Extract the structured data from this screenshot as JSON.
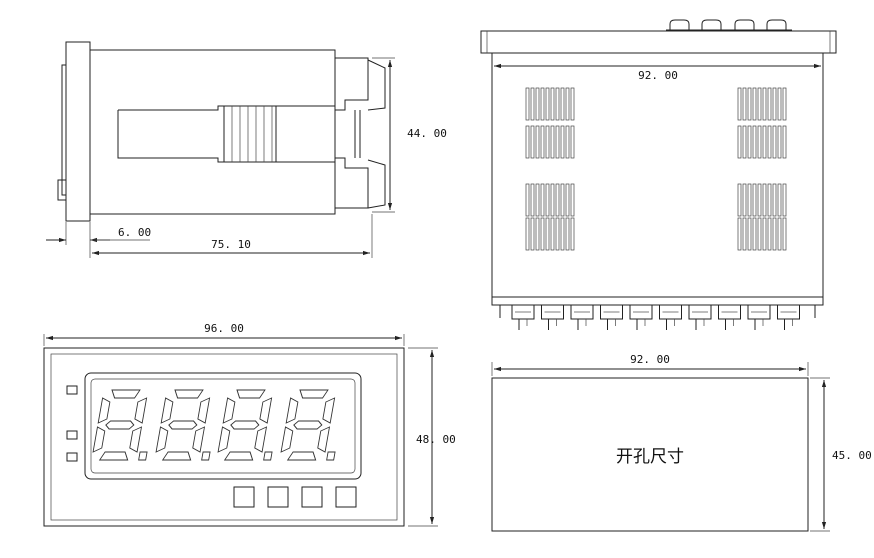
{
  "dimensions": {
    "side_height": "44. 00",
    "side_offset": "6. 00",
    "side_depth": "75. 10",
    "top_width": "92. 00",
    "front_width": "96. 00",
    "front_height": "48. 00",
    "cutout_width": "92. 00",
    "cutout_height": "45. 00"
  },
  "cutout_label": "开孔尺寸",
  "display": {
    "digit_count": 4,
    "indicator_leds": 3,
    "keys": 4
  },
  "colors": {
    "line": "#222222",
    "background": "#ffffff"
  }
}
